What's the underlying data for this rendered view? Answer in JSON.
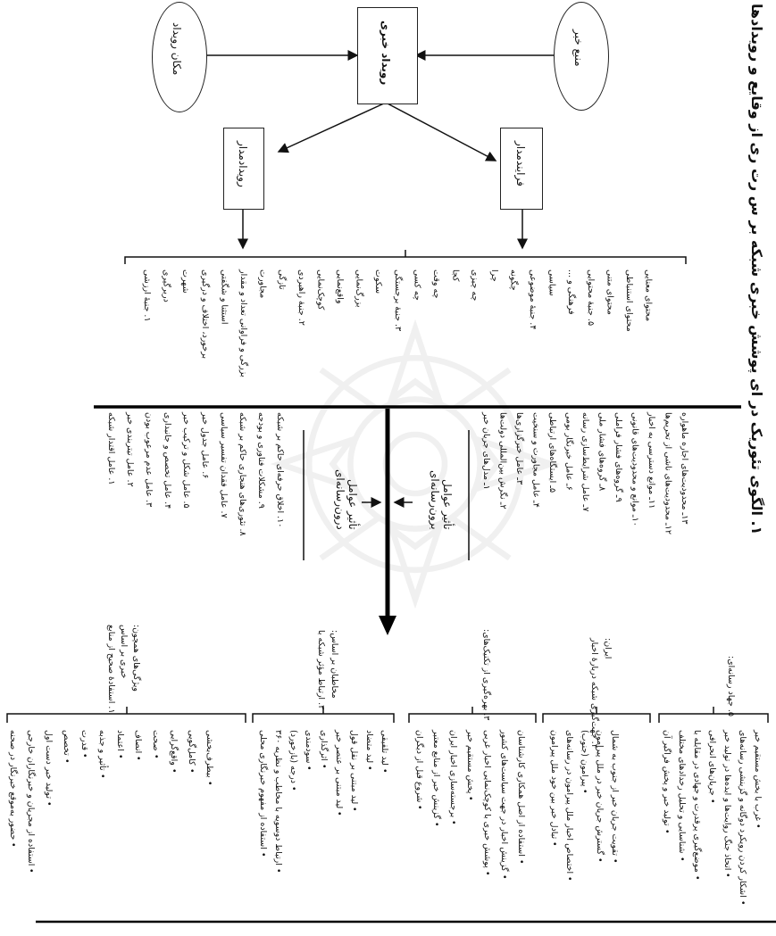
{
  "title": "۱. الگوی تئوریک در ای پوشش خبری شبکه بر س رت ری از وقایع و رویدادها",
  "top": {
    "event_place": "مکان رویداد",
    "news_event": "رویداد خبری",
    "news_source": "منبع خبر",
    "event_oriented": "رویدادمدار",
    "process_oriented": "فرایندمدار"
  },
  "aspects": [
    "۱. جنبهٔ ارزشی",
    "دربرگیری",
    "شهرت",
    "برخورد، اختلاف و درگیری",
    "استثنا و شگفتی",
    "بزرگی و فراوانی تعداد و مقدار",
    "مجاورت",
    "تازگی",
    "۲. جنبهٔ راهبردی",
    "کوچک‌نمایی",
    "واقع‌نمایی",
    "بزرگ‌نمایی",
    "سکوت",
    "۳. جنبهٔ برجستگی",
    "چه کسی",
    "چه وقت",
    "کجا",
    "چه چیزی",
    "چرا",
    "چگونه",
    "۴. جنبهٔ موضوعی",
    "سیاسی",
    "فرهنگی و ...",
    "۵. جنبهٔ محتوایی",
    "محتوای متنی",
    "محتوای استنباطی",
    "محتوای معنایی"
  ],
  "internal_label": "تأثیر عوامل درون‌رسانه‌ای",
  "external_label": "تأثیر عوامل برون‌رسانه‌ای",
  "internal_factors": [
    "۱. عامل اقتدار شبکه",
    "۲. عامل تیتربندی خبر",
    "۳. عامل عدم مرعوب بودن",
    "۴. عامل تخصص و جانبداری",
    "۵. عامل شکل و ترکیب خبر",
    "۶. عامل جدول خبر",
    "۷. عامل فقدان تفسیر سیاسی",
    "۸. تئوری‌های هنجاری حاکم بر شبکه",
    "۹. مشکلات فناوری و بودجه",
    "۱۰. اخلاق حرفه‌ای حاکم بر شبکه"
  ],
  "external_factors": [
    "۱ـ مدل‌های جریان خبر",
    "۲ـ نگرش بین‌المللی دولت‌ها",
    "۳ـ عامل خبرگزاری‌ها",
    "۴ـ عامل مجاورت و سنخیت",
    "۵ـ ایستگاه‌های ارتباطی",
    "۶ـ عامل خبرنگار بومی",
    "۷ـ عامل شرایط‌سازی رسانه",
    "۸ـ گروه‌های فشار ملی",
    "۹ـ گروه‌های فشار فراملی",
    "۱۰ـ موانع و محدودیت‌های قانونی",
    "۱۱ـ موانع دسترسی به اخبار",
    "۱۲ـ محدودیت‌های ناشی از تحریم‌ها",
    "۱۳ـ محدودیت‌های اجاره ماهواره"
  ],
  "strategies": [
    {
      "head": [
        "۱. استفادهٔ صحیح از منابع",
        "خبری بر اساس",
        "ویژگی‌های همچون:"
      ],
      "bullets": [
        "حضور به‌موقع خبرنگار در صحنه",
        "استفاده از مجریان و خبرنگاران خارجی",
        "تولید خبر دست اول",
        "تخصص",
        "قدرت",
        "تأثیر و جذبه",
        "اعتماد",
        "انصاف",
        "صحت",
        "واقع‌گرایی",
        "کامل‌گویی",
        "بیطرف‌بخشی"
      ]
    },
    {
      "head": [
        "۲. ارتباط مؤثر شبکه با",
        "مخاطبان بر اساس:"
      ],
      "bullets": [
        "استفاده از مفهوم خبرنگاری محلی",
        "ارتباط دوسویه با مخاطب و نظریه ۳۶۰",
        "درجه (بازخورد)",
        "سودمندی",
        "اثرگذاری",
        "لید مبتنی بر عنصر خبر",
        "لید مبتنی بر نقل قول",
        "لید متضاد",
        "لید تلفیقی"
      ]
    },
    {
      "head": [
        "۳. بهره‌گیری از تکنیک‌های:"
      ],
      "bullets": [
        "شروع قبل از دیگران",
        "گزینش خبر از منابع معتبر",
        "برجسته‌سازی اخبار ایران",
        "پخش مستقیم خبر",
        "پوشش خبری با کوچک‌نمایی اخبار غربی",
        "گزینش اخبار در جهت سیاست‌های کشور",
        "استفاده از اصل همکاری کارشناسان"
      ]
    },
    {
      "head": [
        "۴. جهت‌گیری شبکه دربارهٔ اخبار",
        "ایران:"
      ],
      "bullets": [
        "تبادل خبر بین خود ملل پیرامون",
        "اختصاص اخبار ملل پیرامون در رسانه‌های",
        "پیرامون (جنوب)",
        "گسترش جریان خبر در ملل پیرامون",
        "تقویت جریان خبر از جنوب به شمال"
      ]
    },
    {
      "head": [
        "۵. جهاد رسانه‌ای:"
      ],
      "bullets": [
        "تولید خبر و پخش فراگیر آن",
        "شناسایی و تحلیل رخدادهای مختلف",
        "موضع‌گیری پرقدرت و جهادی در مقابله با",
        "جریان‌های انحرافی",
        "اتحاذ جنگ روایت‌ها و ایده‌ها در تولید خبر",
        "اشکار کردن رویکرد دوگانه و گزینشی رسانه‌های",
        "غرب با بخش مستقیم خبر"
      ]
    }
  ]
}
